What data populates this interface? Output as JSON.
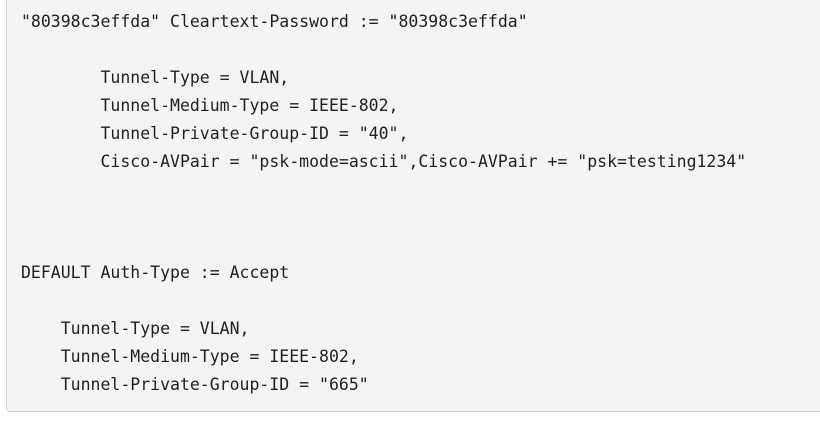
{
  "code_block": {
    "lines": [
      "\"80398c3effda\" Cleartext-Password := \"80398c3effda\"",
      "",
      "        Tunnel-Type = VLAN,",
      "        Tunnel-Medium-Type = IEEE-802,",
      "        Tunnel-Private-Group-ID = \"40\",",
      "        Cisco-AVPair = \"psk-mode=ascii\",Cisco-AVPair += \"psk=testing1234\"",
      "",
      "",
      "",
      "DEFAULT Auth-Type := Accept",
      "",
      "    Tunnel-Type = VLAN,",
      "    Tunnel-Medium-Type = IEEE-802,",
      "    Tunnel-Private-Group-ID = \"665\""
    ]
  }
}
